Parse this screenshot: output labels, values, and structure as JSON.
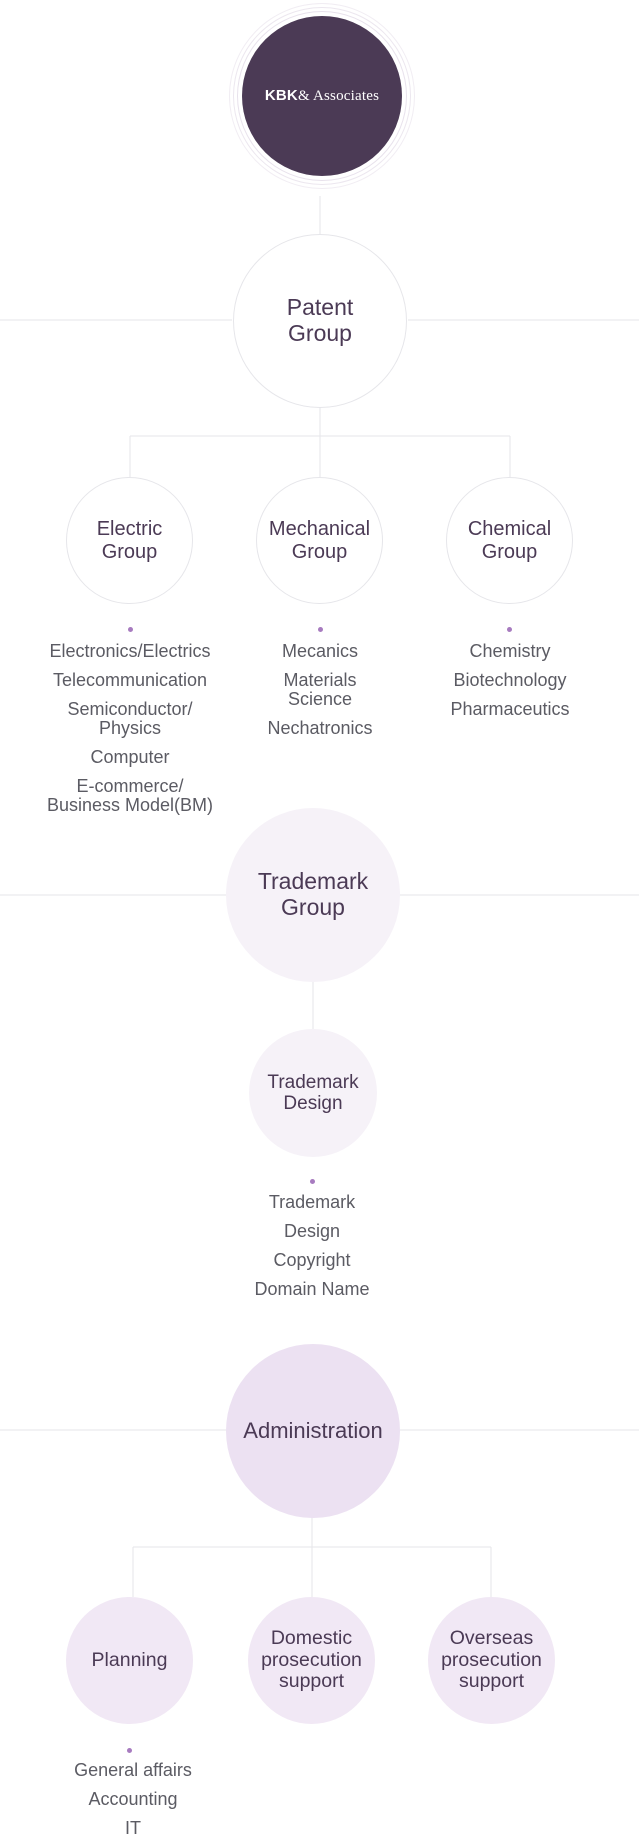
{
  "logo": {
    "brand": "KBK",
    "suffix": "& Associates"
  },
  "patent": {
    "title": "Patent\nGroup",
    "groups": [
      {
        "title": "Electric\nGroup",
        "items": [
          "Electronics/Electrics",
          "Telecommunication",
          "Semiconductor/\nPhysics",
          "Computer",
          "E-commerce/\nBusiness Model(BM)"
        ]
      },
      {
        "title": "Mechanical\nGroup",
        "items": [
          "Mecanics",
          "Materials\nScience",
          "Nechatronics"
        ]
      },
      {
        "title": "Chemical\nGroup",
        "items": [
          "Chemistry",
          "Biotechnology",
          "Pharmaceutics"
        ]
      }
    ]
  },
  "trademark": {
    "title": "Trademark\nGroup",
    "sub": {
      "title": "Trademark\nDesign",
      "items": [
        "Trademark",
        "Design",
        "Copyright",
        "Domain Name"
      ]
    }
  },
  "administration": {
    "title": "Administration",
    "groups": [
      {
        "title": "Planning",
        "items": [
          "General affairs",
          "Accounting",
          "IT"
        ]
      },
      {
        "title": "Domestic\nprosecution\nsupport"
      },
      {
        "title": "Overseas\nprosecution\nsupport"
      }
    ]
  },
  "colors": {
    "logo_bg": "#4b3a55",
    "node_text": "#4b3a55",
    "item_text": "#5b5b63",
    "line": "#e6e6ea",
    "dot": "#a77bbf",
    "trademark_fill": "#f6f2f8",
    "admin_fill": "#ece1f2",
    "admin_sub_fill": "#f1e8f5"
  }
}
